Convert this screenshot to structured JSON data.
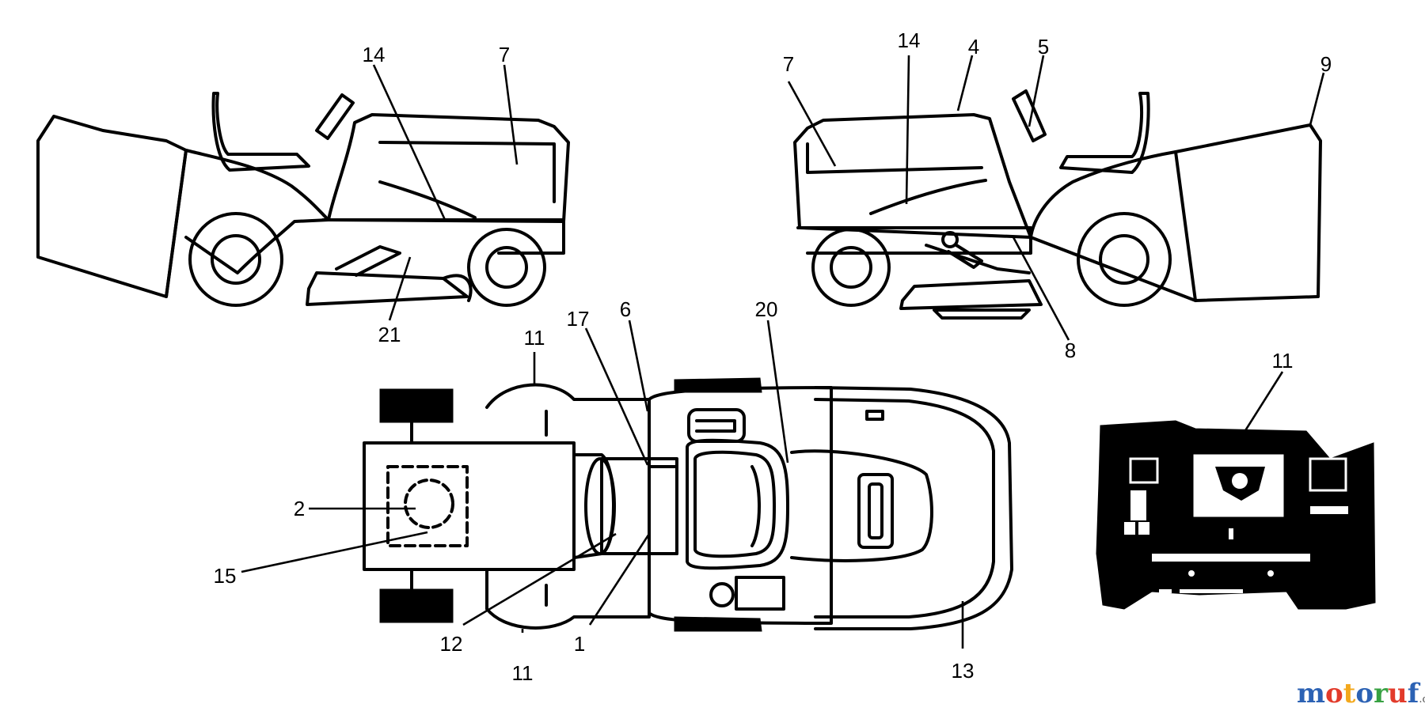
{
  "callouts": {
    "side_left": [
      "14",
      "7",
      "21"
    ],
    "side_right": [
      "7",
      "14",
      "4",
      "5",
      "9",
      "8"
    ],
    "top_view": [
      "11",
      "17",
      "6",
      "20",
      "2",
      "15",
      "12",
      "1",
      "11",
      "13"
    ],
    "dash_panel": [
      "11"
    ]
  },
  "brand": {
    "letters": [
      "m",
      "o",
      "t",
      "o",
      "r",
      "u",
      "f"
    ],
    "tld": ".de",
    "colors": [
      "#2c62b4",
      "#e23b2b",
      "#f3a81c",
      "#2c62b4",
      "#37a142",
      "#e23b2b",
      "#2c62b4"
    ]
  }
}
